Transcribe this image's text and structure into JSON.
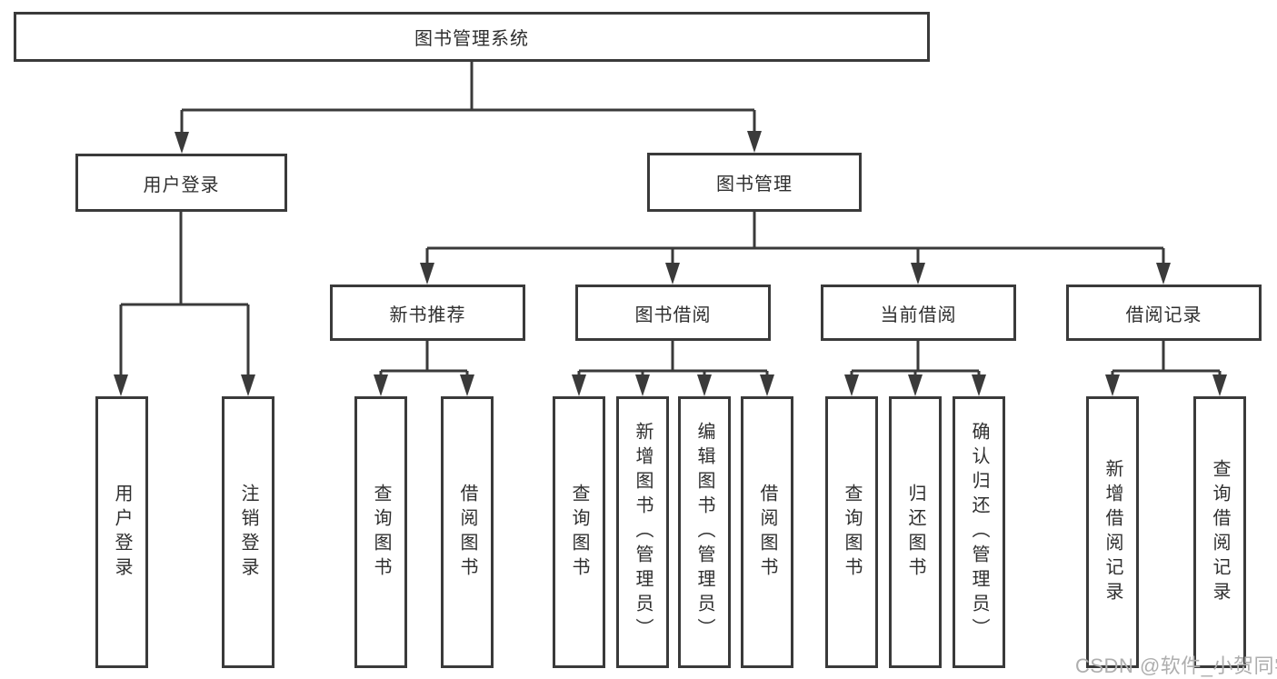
{
  "colors": {
    "background": "#ffffff",
    "line": "#3a3a3a",
    "box_border": "#3a3a3a",
    "text": "#2f2f2f",
    "watermark": "#aeaeae"
  },
  "tree": {
    "root": "图书管理系统",
    "branches": [
      {
        "label": "用户登录",
        "leaves": [
          "用户登录",
          "注销登录"
        ]
      },
      {
        "label": "图书管理",
        "sections": [
          {
            "label": "新书推荐",
            "leaves": [
              "查询图书",
              "借阅图书"
            ]
          },
          {
            "label": "图书借阅",
            "leaves": [
              "查询图书",
              "新增图书（管理员）",
              "编辑图书（管理员）",
              "借阅图书"
            ]
          },
          {
            "label": "当前借阅",
            "leaves": [
              "查询图书",
              "归还图书",
              "确认归还（管理员）"
            ]
          },
          {
            "label": "借阅记录",
            "leaves": [
              "新增借阅记录",
              "查询借阅记录"
            ]
          }
        ]
      }
    ]
  },
  "watermark": {
    "text": "CSDN @软件_小贺同学"
  }
}
